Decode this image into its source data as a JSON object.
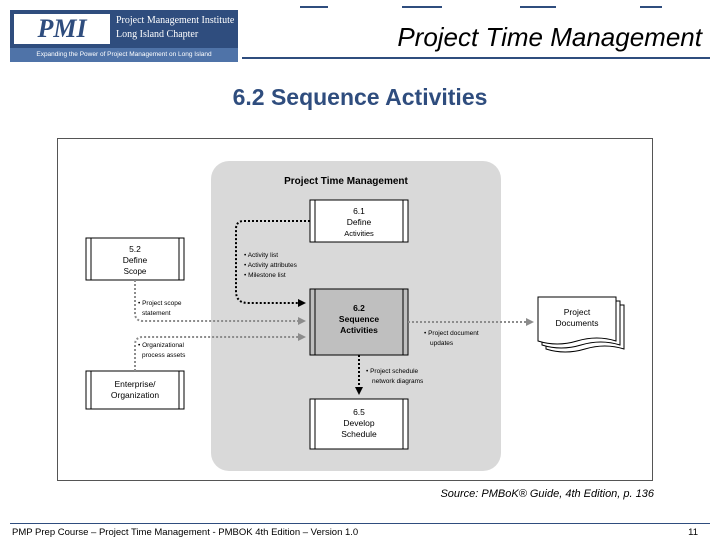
{
  "header": {
    "logo_text": "PMI",
    "logo_line1": "Project Management Institute",
    "logo_line2": "Long Island Chapter",
    "logo_tagline": "Expanding the Power of Project Management on Long Island",
    "title": "Project Time Management"
  },
  "slide": {
    "section_title": "6.2 Sequence Activities"
  },
  "diagram": {
    "panel_title": "Project Time Management",
    "nodes": {
      "define_activities": {
        "number": "6.1",
        "line1": "Define",
        "line2": "Activities"
      },
      "define_scope": {
        "number": "5.2",
        "line1": "Define",
        "line2": "Scope"
      },
      "sequence_activities": {
        "number": "6.2",
        "line1": "Sequence",
        "line2": "Activities"
      },
      "develop_schedule": {
        "number": "6.5",
        "line1": "Develop",
        "line2": "Schedule"
      },
      "enterprise": {
        "line1": "Enterprise/",
        "line2": "Organization"
      },
      "project_documents": {
        "line1": "Project",
        "line2": "Documents"
      }
    },
    "flows": {
      "activity_outputs": [
        "• Activity list",
        "• Activity attributes",
        "• Milestone list"
      ],
      "scope_statement": [
        "• Project scope",
        "statement"
      ],
      "org_assets": [
        "• Organizational",
        "process assets"
      ],
      "doc_updates": [
        "• Project document",
        "updates"
      ],
      "network_diagrams": [
        "• Project schedule",
        "network diagrams"
      ]
    }
  },
  "source": "Source: PMBoK® Guide, 4th Edition, p. 136",
  "footer": {
    "text": "PMP Prep Course – Project Time Management - PMBOK 4th Edition – Version 1.0",
    "page": "11"
  },
  "colors": {
    "brand": "#2f4d7e",
    "panel": "#d9d9d9",
    "highlight": "#bfbfbf"
  }
}
